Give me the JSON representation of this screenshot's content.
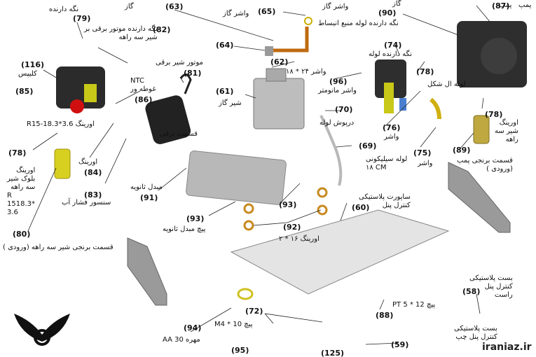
{
  "parts": [
    {
      "id": "79",
      "label": "نگه دارنده"
    },
    {
      "id": "82",
      "label": "نگه دارنده موتور برقی بر\nشیر سه راهه"
    },
    {
      "id": "63",
      "label": "گاز"
    },
    {
      "id": "65",
      "label": "واشر گاز"
    },
    {
      "id": "64",
      "label": ""
    },
    {
      "id": "62",
      "label": "واشر ۲۴ * ۱۸"
    },
    {
      "id": "61",
      "label": "شیر گاز"
    },
    {
      "id": "116",
      "label": "کلیپس"
    },
    {
      "id": "85",
      "label": ""
    },
    {
      "id": "86",
      "label": "NTC\nغوطه ور"
    },
    {
      "id": "81",
      "label": "موتور شیر برقی"
    },
    {
      "id": "78a",
      "num": "78",
      "label": "اورینگ\nبلوک شیر\nسه راهه\nR\n1518.3*\n3.6"
    },
    {
      "id": "84",
      "label": "اورینگ"
    },
    {
      "id": "83",
      "label": "سنسور فشار آب"
    },
    {
      "id": "80",
      "label": "قسمت برنجی شیر سه راهه (ورودی )"
    },
    {
      "id": "91",
      "label": "مبدل ثانویه"
    },
    {
      "id": "93a",
      "num": "93",
      "label": "پیچ مبدل ثانویه"
    },
    {
      "id": "93b",
      "num": "93",
      "label": ""
    },
    {
      "id": "92",
      "label": "اورینگ ۱۶ * ۲"
    },
    {
      "id": "60",
      "label": "ساپورت پلاستیکی\nکنترل پنل"
    },
    {
      "id": "70",
      "label": "درپوش لوله"
    },
    {
      "id": "69",
      "label": "لوله سیلیکونی\n۱۸ CM"
    },
    {
      "id": "96",
      "label": "واشر مانومتر"
    },
    {
      "id": "74",
      "label": "نگه دارنده لوله"
    },
    {
      "id": "90",
      "label": "نگه دارنده لوله منبع انبساط"
    },
    {
      "id": "87",
      "label": "پمپ"
    },
    {
      "id": "76",
      "label": "واشر"
    },
    {
      "id": "78b",
      "num": "78",
      "label": ""
    },
    {
      "id": "75",
      "label": "واشر"
    },
    {
      "id": "78c",
      "num": "78",
      "label": "اورینگ\nشیر سه\nراهه"
    },
    {
      "id": "89",
      "label": "قسمت برنجی پمپ\n(ورودی )"
    },
    {
      "id": "58",
      "label": "بست پلاستیکی\nکنترل پنل\nراست"
    },
    {
      "id": "72",
      "label": "پیچ M4 * 10"
    },
    {
      "id": "88",
      "label": "پیچ PT 5 * 12"
    },
    {
      "id": "94",
      "label": "مهره AA 30"
    },
    {
      "id": "59",
      "label": "بست پلاستیکی\nکنترل پنل چپ"
    },
    {
      "id": "95",
      "label": ""
    },
    {
      "id": "125",
      "label": ""
    }
  ],
  "extra_labels": {
    "oring_r15": "اورینگ R15-18.3*3.6",
    "washer_top": "واشر گاز",
    "lole_el": "لوله ال شکل",
    "ghesmat_barghi": "قسمت برقی",
    "pump_top": "پمپ",
    "top_right_frag": "گاز"
  },
  "watermark": "iraniaz.ir",
  "colors": {
    "ink": "#111111",
    "pump": "#2b2b2b",
    "brass": "#d8c020",
    "metal": "#b8b8b8",
    "panel": "#d9d9d9"
  }
}
